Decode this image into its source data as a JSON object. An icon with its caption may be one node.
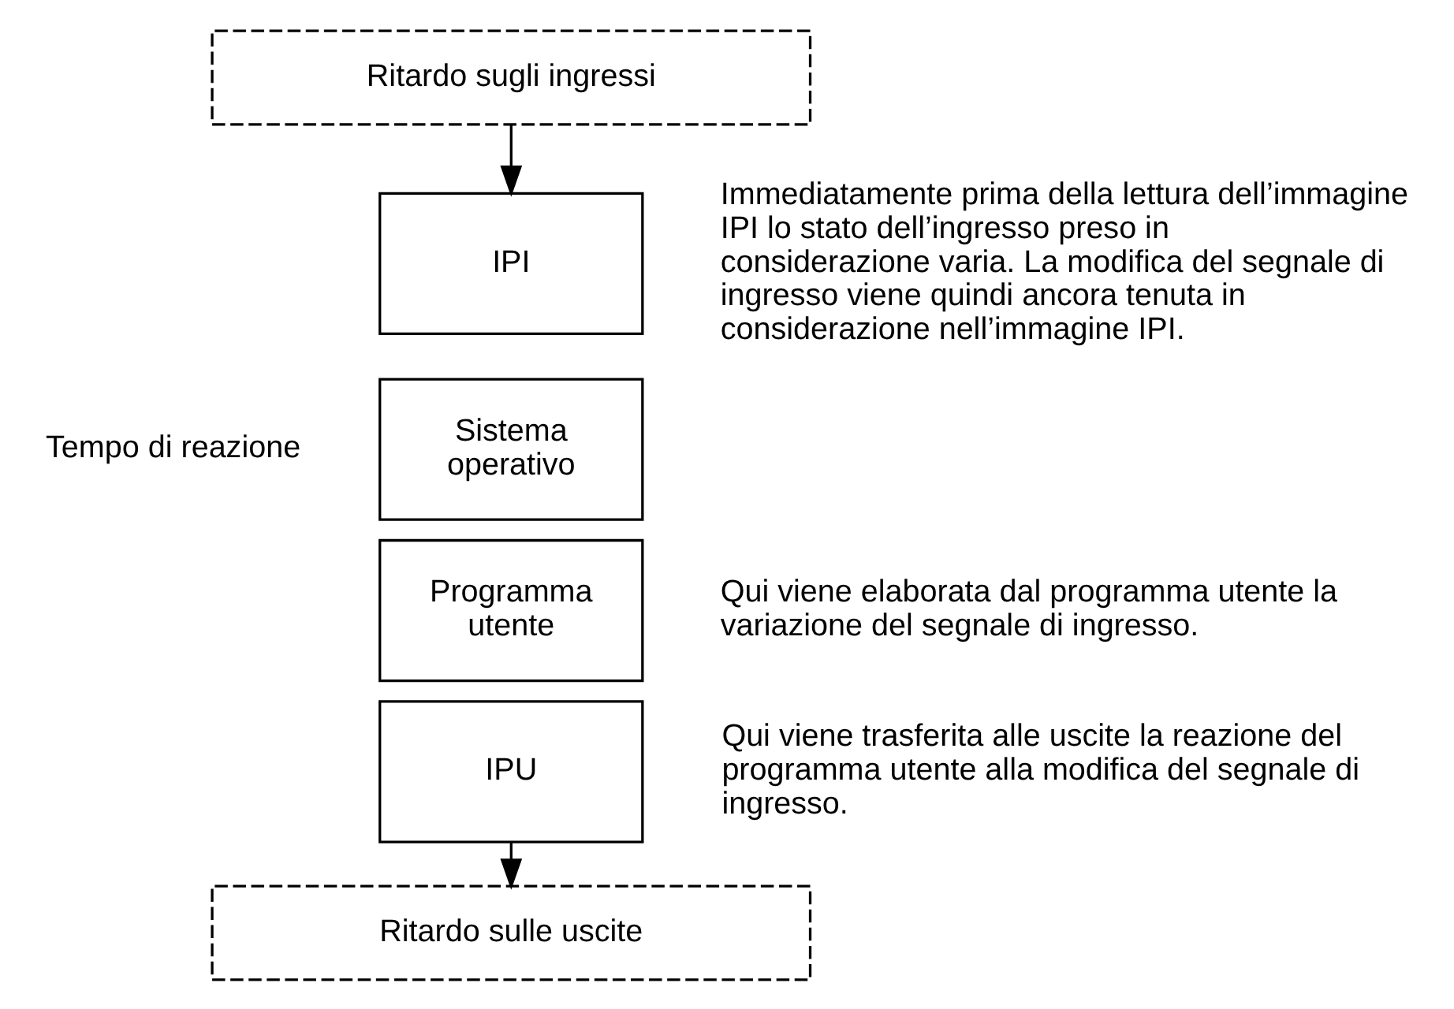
{
  "diagram": {
    "nodes": [
      {
        "text": [
          "Ritardo sugli ingressi"
        ]
      },
      {
        "text": [
          "IPI"
        ],
        "beside": [
          "Immediatamente prima della lettura dell’immagine IPI lo stato dell’ingresso preso in considerazione varia. La modifica del segnale di ingresso viene quindi ancora tenuta in considerazione nell’immagine IPI."
        ]
      },
      {
        "text": [
          "Sistema operativo"
        ]
      },
      {
        "text": [
          "Programma utente"
        ],
        "beside": [
          "Qui viene elaborata dal programma utente la variazione del segnale di ingresso."
        ]
      },
      {
        "text": [
          "IPU"
        ],
        "beside": [
          "Qui viene trasferita alle uscite la reazione del programma utente alla modifica del segnale di ingresso."
        ]
      },
      {
        "text": [
          "Ritardo sulle uscite"
        ]
      }
    ],
    "edges": [
      {
        "from": 0,
        "to": 1,
        "arrow": "to"
      },
      {
        "from": 4,
        "to": 5,
        "arrow": "to"
      }
    ],
    "labels": [
      "Tempo di reazione"
    ]
  }
}
